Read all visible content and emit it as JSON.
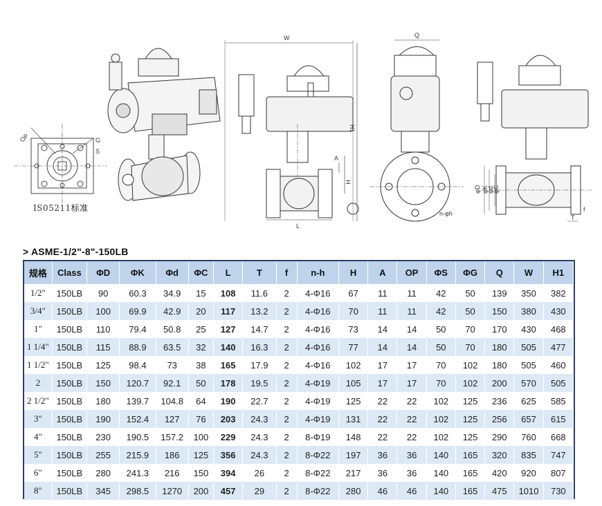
{
  "drawings": {
    "iso_label": "IS05211标准",
    "iso_dim_labels": [
      "OP",
      "G",
      "S"
    ],
    "front_dims": [
      "W",
      "H1",
      "H",
      "A",
      "L",
      "n-φh"
    ],
    "side_dims": [
      "Q"
    ],
    "section_dims": [
      "φD",
      "φK",
      "φd",
      "φC",
      "T",
      "f"
    ]
  },
  "title": "> ASME-1/2\"-8\"-150LB",
  "table": {
    "headers": [
      "规格",
      "Class",
      "ΦD",
      "ΦK",
      "Φd",
      "ΦC",
      "L",
      "T",
      "f",
      "n-h",
      "H",
      "A",
      "OP",
      "ΦS",
      "ΦG",
      "Q",
      "W",
      "H1"
    ],
    "rows": [
      [
        "1/2\"",
        "150LB",
        "90",
        "60.3",
        "34.9",
        "15",
        "108",
        "11.6",
        "2",
        "4-Φ16",
        "67",
        "11",
        "11",
        "42",
        "50",
        "139",
        "350",
        "382"
      ],
      [
        "3/4\"",
        "150LB",
        "100",
        "69.9",
        "42.9",
        "20",
        "117",
        "13.2",
        "2",
        "4-Φ16",
        "70",
        "11",
        "11",
        "42",
        "50",
        "150",
        "380",
        "430"
      ],
      [
        "1\"",
        "150LB",
        "110",
        "79.4",
        "50.8",
        "25",
        "127",
        "14.7",
        "2",
        "4-Φ16",
        "73",
        "14",
        "14",
        "50",
        "70",
        "170",
        "430",
        "468"
      ],
      [
        "1 1/4\"",
        "150LB",
        "115",
        "88.9",
        "63.5",
        "32",
        "140",
        "16.3",
        "2",
        "4-Φ16",
        "77",
        "14",
        "14",
        "50",
        "70",
        "180",
        "505",
        "477"
      ],
      [
        "1 1/2\"",
        "150LB",
        "125",
        "98.4",
        "73",
        "38",
        "165",
        "17.9",
        "2",
        "4-Φ16",
        "102",
        "17",
        "17",
        "70",
        "102",
        "180",
        "505",
        "460"
      ],
      [
        "2",
        "150LB",
        "150",
        "120.7",
        "92.1",
        "50",
        "178",
        "19.5",
        "2",
        "4-Φ19",
        "105",
        "17",
        "17",
        "70",
        "102",
        "200",
        "570",
        "505"
      ],
      [
        "2 1/2\"",
        "150LB",
        "180",
        "139.7",
        "104.8",
        "64",
        "190",
        "22.7",
        "2",
        "4-Φ19",
        "125",
        "22",
        "22",
        "102",
        "125",
        "236",
        "625",
        "585"
      ],
      [
        "3\"",
        "150LB",
        "190",
        "152.4",
        "127",
        "76",
        "203",
        "24.3",
        "2",
        "4-Φ19",
        "131",
        "22",
        "22",
        "102",
        "125",
        "256",
        "657",
        "615"
      ],
      [
        "4\"",
        "150LB",
        "230",
        "190.5",
        "157.2",
        "100",
        "229",
        "24.3",
        "2",
        "8-Φ19",
        "148",
        "22",
        "22",
        "102",
        "125",
        "290",
        "760",
        "668"
      ],
      [
        "5\"",
        "150LB",
        "255",
        "215.9",
        "186",
        "125",
        "356",
        "24.3",
        "2",
        "8-Φ22",
        "197",
        "36",
        "36",
        "140",
        "165",
        "320",
        "835",
        "747"
      ],
      [
        "6\"",
        "150LB",
        "280",
        "241.3",
        "216",
        "150",
        "394",
        "26",
        "2",
        "8-Φ22",
        "217",
        "36",
        "36",
        "140",
        "165",
        "420",
        "920",
        "807"
      ],
      [
        "8\"",
        "150LB",
        "345",
        "298.5",
        "1270",
        "200",
        "457",
        "29",
        "2",
        "8-Φ22",
        "280",
        "46",
        "46",
        "140",
        "165",
        "475",
        "1010",
        "730"
      ]
    ]
  }
}
